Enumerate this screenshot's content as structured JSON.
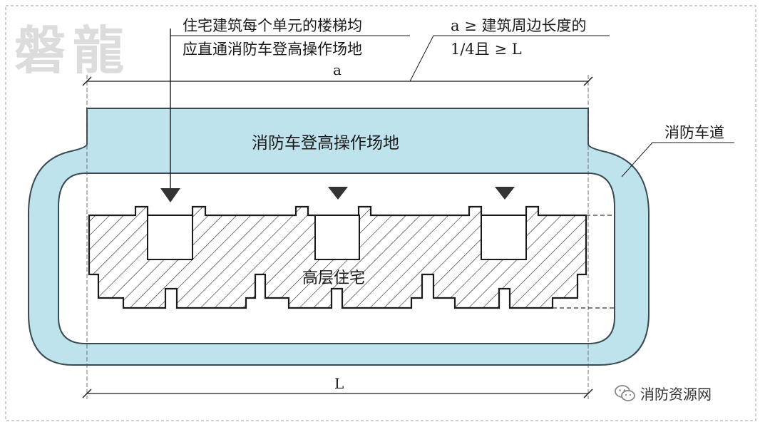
{
  "watermark": "磐龍",
  "annotations": {
    "stairs_line1": "住宅建筑每个单元的楼梯均",
    "stairs_line2": "应直通消防车登高操作场地",
    "a_rule_line1": "a ≥ 建筑周边长度的",
    "a_rule_line2": "1/4且 ≥ L",
    "dim_a": "a",
    "dim_L": "L",
    "operation_area": "消防车登高操作场地",
    "fire_lane": "消防车道",
    "building": "高层住宅"
  },
  "footer": {
    "source": "消防资源网",
    "logo_icon": "wechat-icon"
  },
  "colors": {
    "lane_fill": "#bfe3ec",
    "lane_stroke": "#3a4a52",
    "building_stroke": "#1a1a1a",
    "frame_dash": "#9aa3a8"
  }
}
